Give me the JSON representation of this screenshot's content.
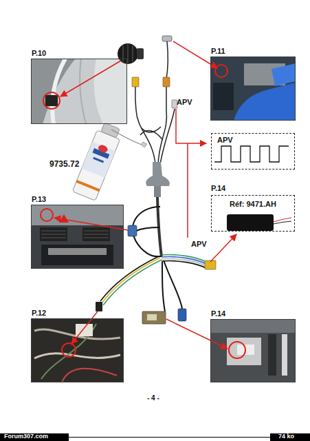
{
  "diagram": {
    "nodes": [
      {
        "text": [
          "P.10"
        ]
      },
      {
        "text": [
          "P.11"
        ]
      },
      {
        "text": [
          "APV"
        ]
      },
      {
        "text": [
          "P.14",
          "Réf: 9471.AH"
        ]
      },
      {
        "text": [
          "P.13"
        ]
      },
      {
        "text": [
          "P.12"
        ]
      },
      {
        "text": [
          "P.14"
        ]
      }
    ],
    "labels": [
      "APV",
      "9735.72",
      "APV",
      "- 4 -",
      "Forum307.com",
      "74 ko"
    ]
  }
}
